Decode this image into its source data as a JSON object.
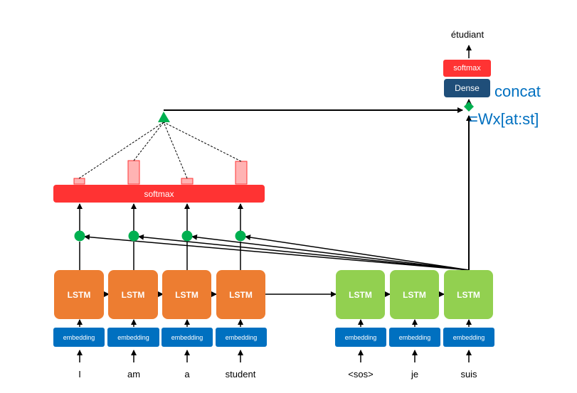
{
  "encoder": {
    "inputs": [
      "I",
      "am",
      "a",
      "student"
    ],
    "embedding_label": "embedding",
    "lstm_label": "LSTM"
  },
  "decoder": {
    "inputs": [
      "<sos>",
      "je",
      "suis"
    ],
    "embedding_label": "embedding",
    "lstm_label": "LSTM"
  },
  "attention": {
    "softmax_label": "softmax"
  },
  "output": {
    "dense_label": "Dense",
    "softmax_label": "softmax",
    "word": "étudiant"
  },
  "annotation": {
    "line1": "concat",
    "line2": "=Wx[at:st]"
  },
  "colors": {
    "encoder_lstm": "#ED7D31",
    "decoder_lstm": "#92D050",
    "embedding": "#0070C0",
    "softmax": "#FF3333",
    "dense": "#1F4E79",
    "node": "#00B050",
    "annotation": "#0070C0"
  }
}
